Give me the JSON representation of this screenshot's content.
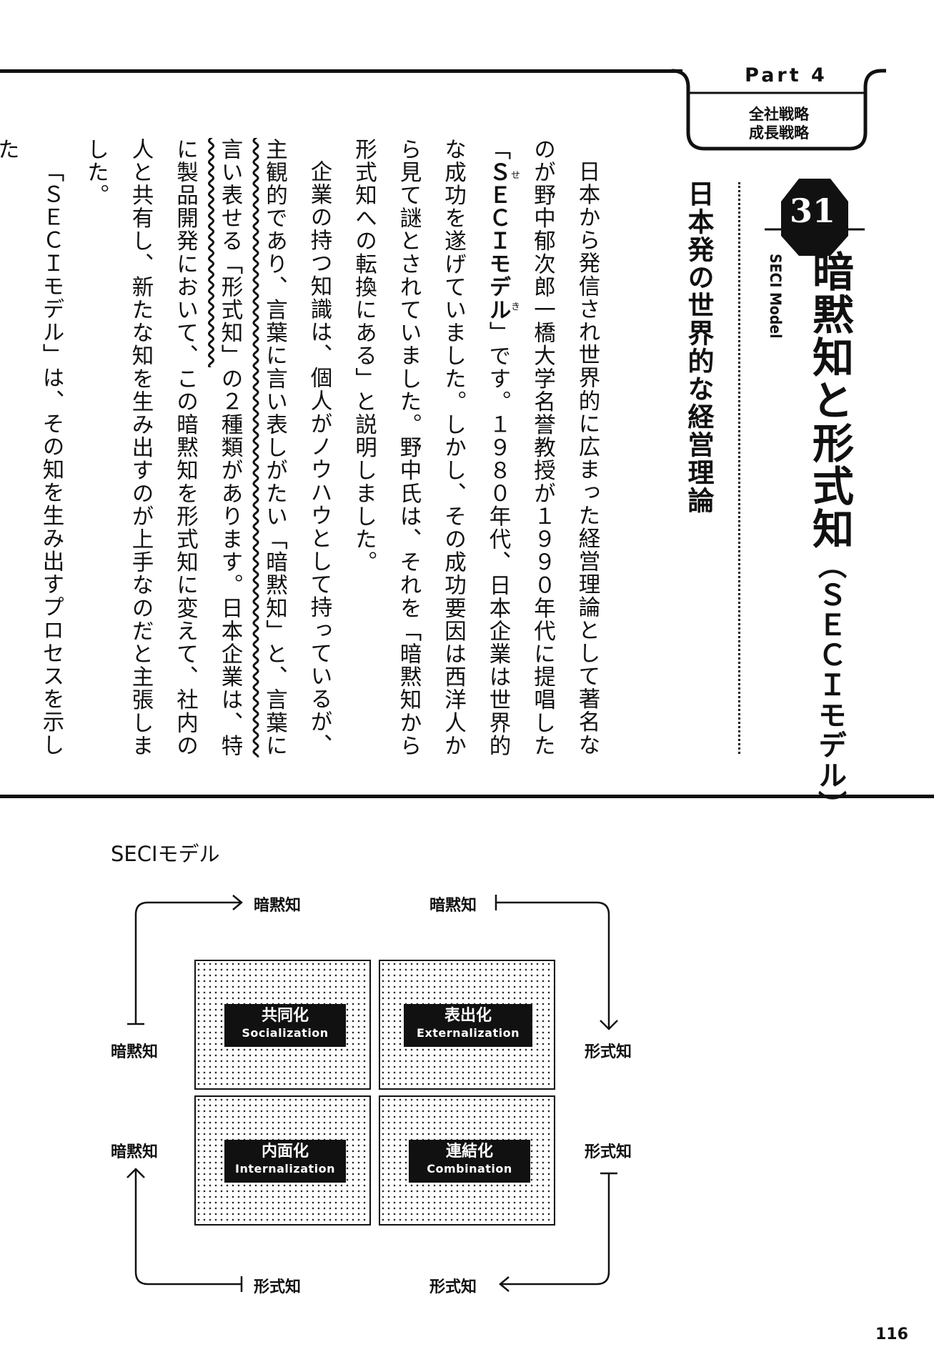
{
  "header": {
    "part_label": "Part 4",
    "part_sub_line1": "全社戦略",
    "part_sub_line2": "成長戦略",
    "chapter_number": "31",
    "title": "暗黙知と形式知",
    "title_paren": "（ＳＥＣＩモデル）",
    "english_title": "SECI Model",
    "subtitle": "日本発の世界的な経営理論"
  },
  "body": {
    "p1_a": "日本から発信され世界的に広まった経営理論として著名なのが野中郁次郎一橋大学名誉教授が１９９０年代に提唱した「",
    "p1_term": "ＳＥＣＩモデル",
    "p1_ruby": "せき",
    "p1_b": "」です。１９８０年代、日本企業は世界的な成功を遂げていました。しかし、その成功要因は西洋人から見て謎とされていました。野中氏は、それを「暗黙知から形式知への転換にある」と説明しました。",
    "p2_a": "企業の持つ知識は、個人がノウハウとして持っているが、",
    "p2_wavy": "主観的であり、言葉に言い表しがたい「暗黙知」と、言葉に言い表せる「形式知」",
    "p2_b": "の２種類があります。日本企業は、特に製品開発において、この暗黙知を形式知に変えて、社内の人と共有し、新たな知を生み出すのが上手なのだと主張しました。",
    "p3_a": "「ＳＥＣＩモデル」は、その知を生み出すプロセスを示した"
  },
  "diagram": {
    "title": "SECIモデル",
    "labels": {
      "top_left": "暗黙知",
      "top_right": "暗黙知",
      "left_upper": "暗黙知",
      "right_upper": "形式知",
      "left_lower": "暗黙知",
      "right_lower": "形式知",
      "bottom_left": "形式知",
      "bottom_right": "形式知"
    },
    "quadrants": {
      "socialization": {
        "jp": "共同化",
        "en": "Socialization"
      },
      "externalization": {
        "jp": "表出化",
        "en": "Externalization"
      },
      "internalization": {
        "jp": "内面化",
        "en": "Internalization"
      },
      "combination": {
        "jp": "連結化",
        "en": "Combination"
      }
    }
  },
  "page_number": "116"
}
